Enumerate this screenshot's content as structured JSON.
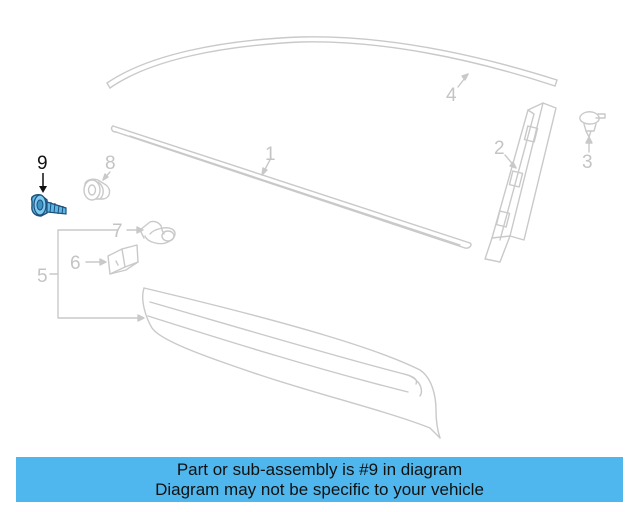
{
  "diagram": {
    "callouts": {
      "c1": "1",
      "c2": "2",
      "c3": "3",
      "c4": "4",
      "c5": "5",
      "c6": "6",
      "c7": "7",
      "c8": "8",
      "c9": "9"
    },
    "highlighted_part": "9",
    "colors": {
      "line": "#c9c9c9",
      "highlight": "#5bb8e6",
      "highlight_dark": "#1f4f7a"
    }
  },
  "banner": {
    "line1": "Part or sub-assembly is #9 in diagram",
    "line2": "Diagram may not be specific to your vehicle",
    "color": "#4fb7ed"
  }
}
